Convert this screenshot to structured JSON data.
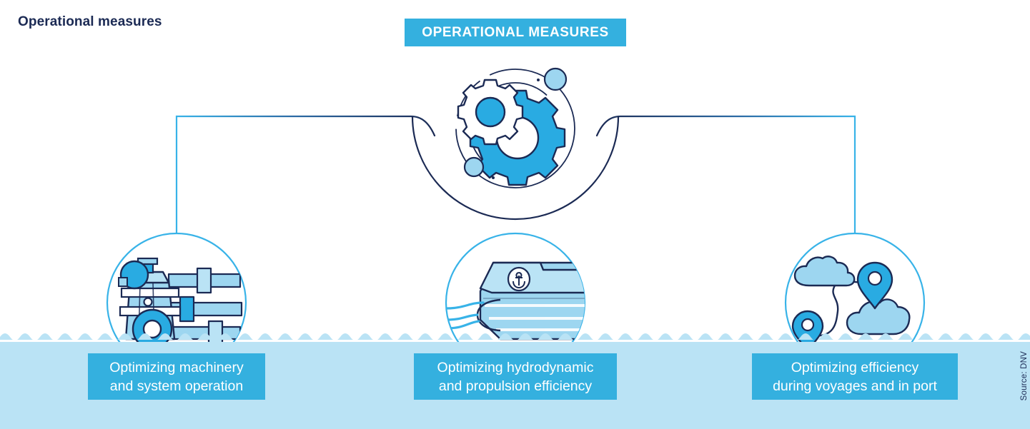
{
  "page": {
    "title": "Operational measures",
    "banner_label": "OPERATIONAL MEASURES",
    "source": "Source: DNV"
  },
  "colors": {
    "navy": "#1b2a54",
    "accent_blue": "#29abe2",
    "banner_blue": "#34b0df",
    "circle_stroke": "#38b3e8",
    "light_blue": "#9dd6f0",
    "pale_blue": "#bae3f5",
    "water": "#bae3f5",
    "white": "#ffffff"
  },
  "center_node": {
    "icon": "gears-icon",
    "label": "OPERATIONAL MEASURES"
  },
  "branches": [
    {
      "id": "machinery",
      "icon": "engine-machinery-icon",
      "caption_lines": [
        "Optimizing machinery",
        "and system operation"
      ],
      "caption_text": "Optimizing machinery and system operation"
    },
    {
      "id": "hydrodynamic",
      "icon": "ship-hull-icon",
      "caption_lines": [
        "Optimizing hydrodynamic",
        "and propulsion efficiency"
      ],
      "caption_text": "Optimizing hydrodynamic and propulsion efficiency"
    },
    {
      "id": "voyage",
      "icon": "route-map-pins-icon",
      "caption_lines": [
        "Optimizing efficiency",
        "during voyages and in port"
      ],
      "caption_text": "Optimizing efficiency during voyages and in port"
    }
  ]
}
